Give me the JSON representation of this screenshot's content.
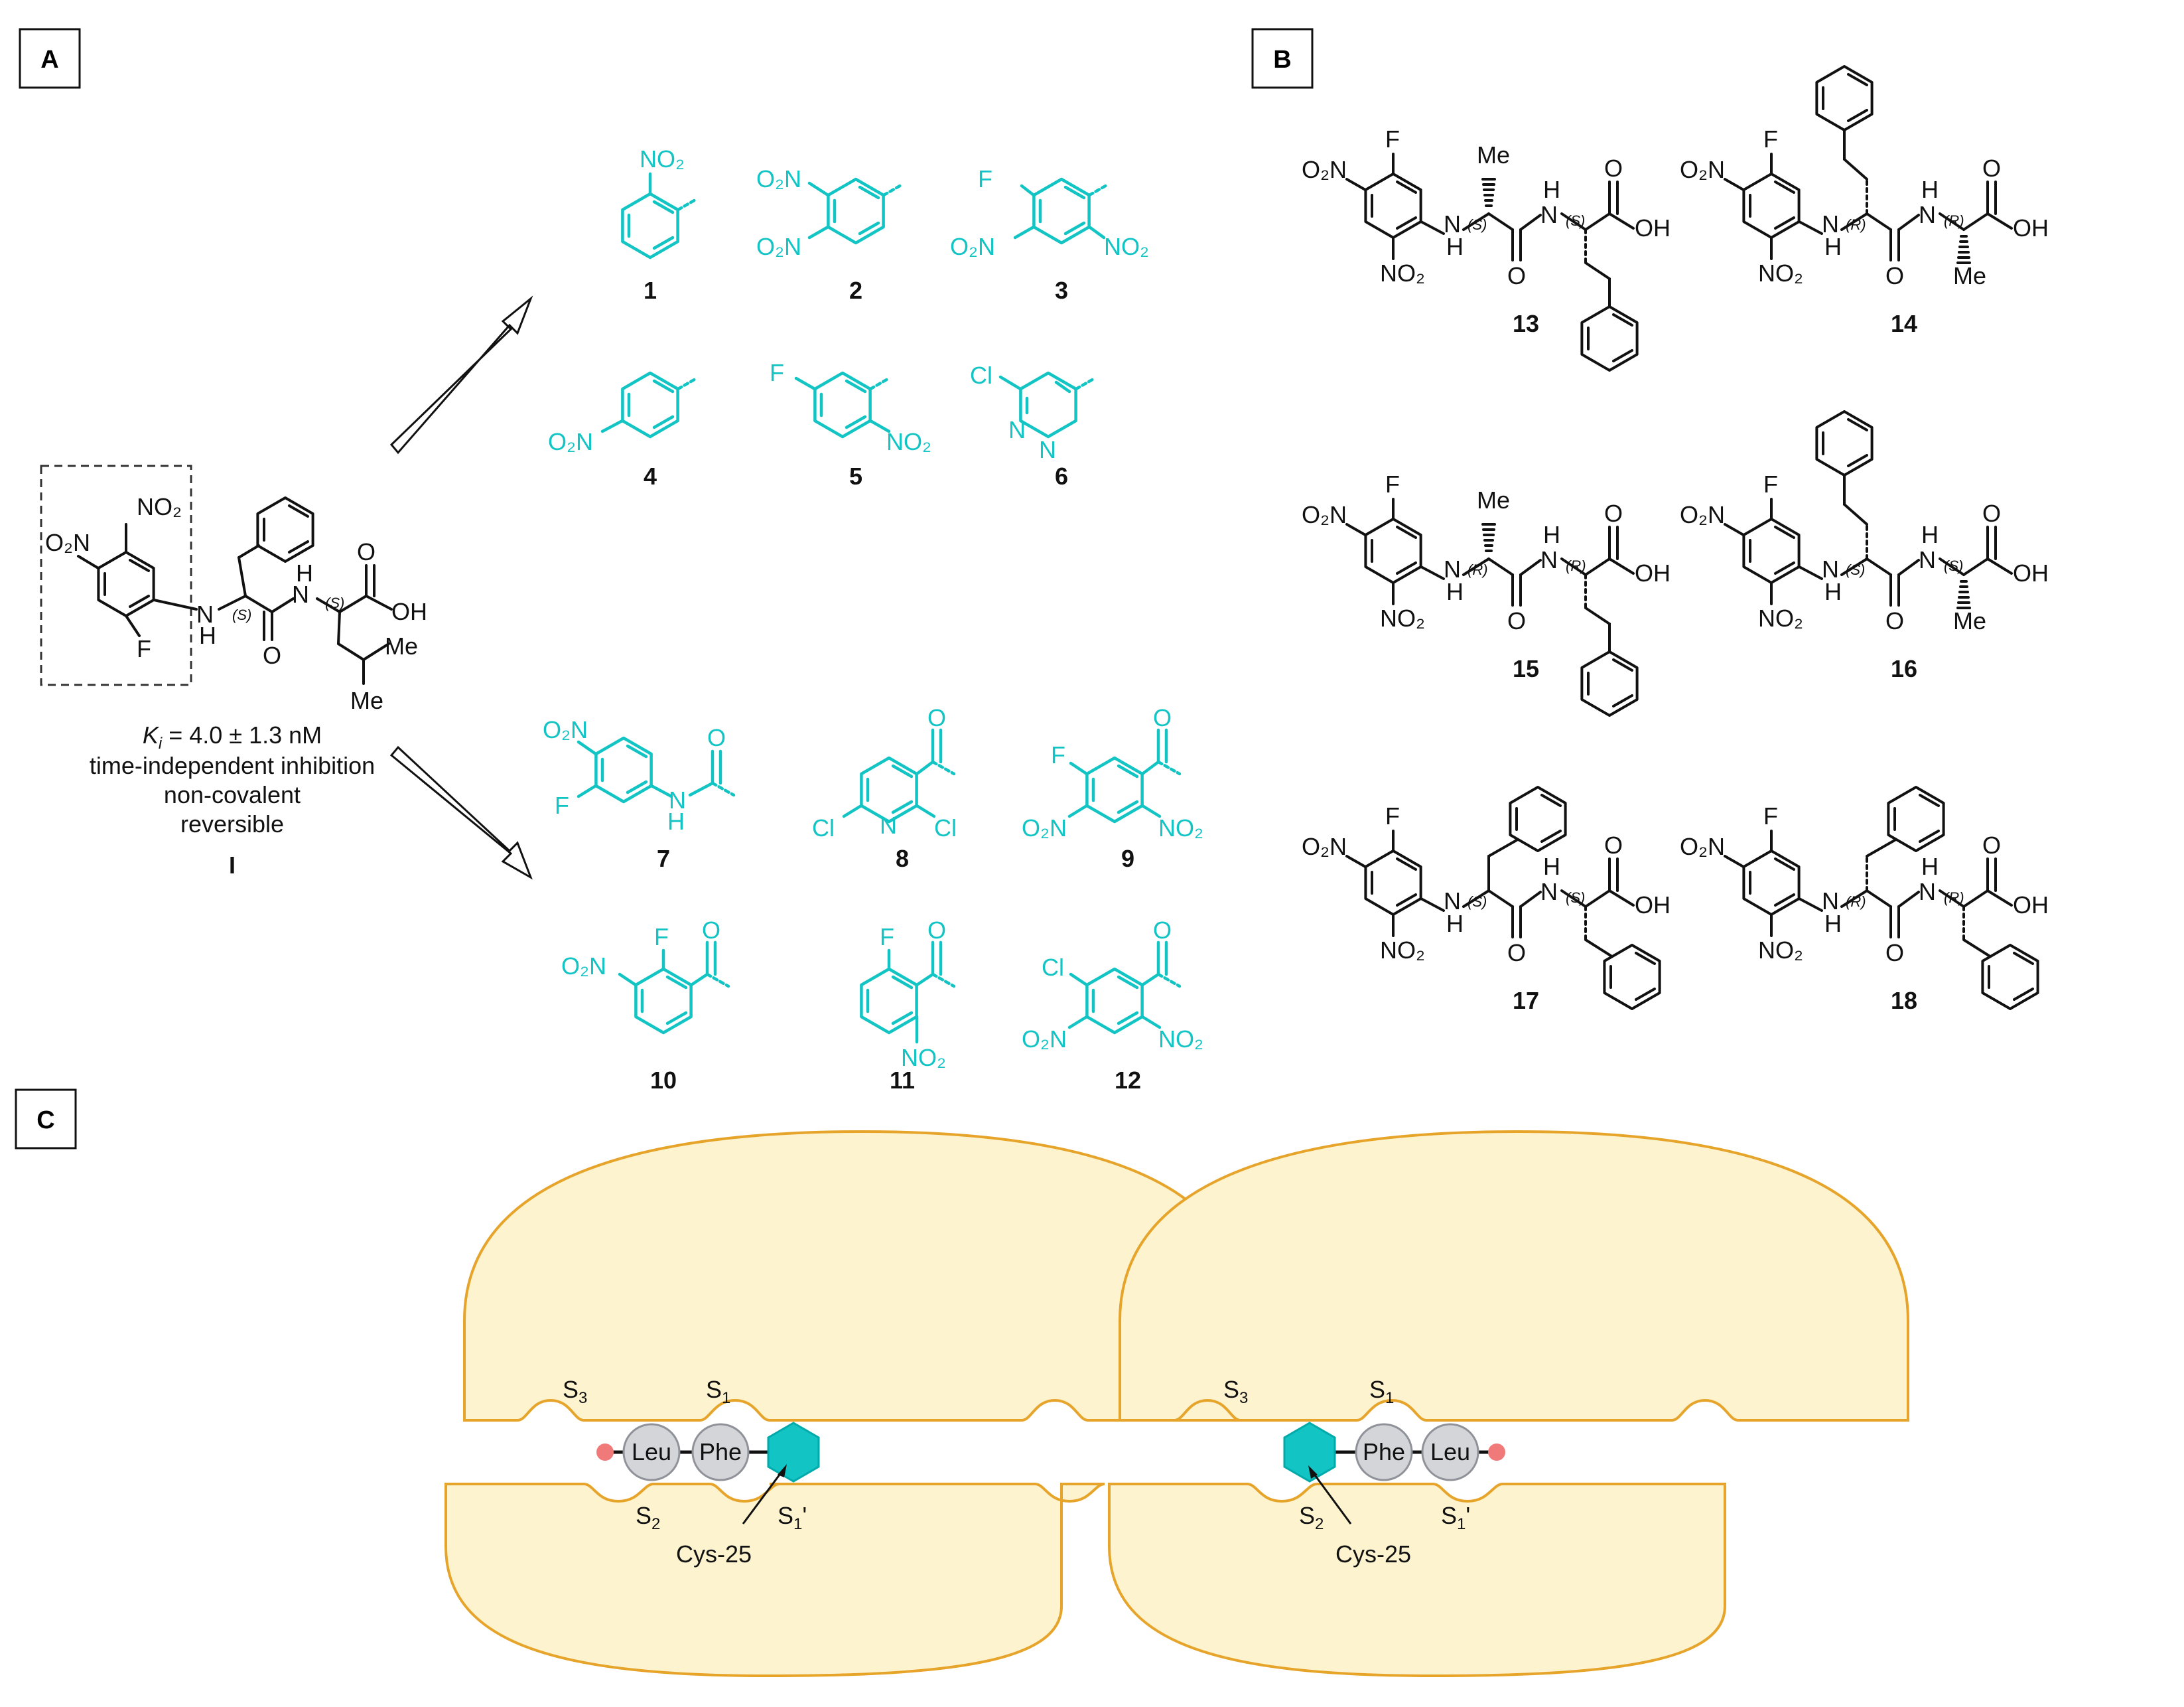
{
  "panels": {
    "a": "A",
    "b": "B",
    "c": "C"
  },
  "lead": {
    "ki_symbol": "K",
    "ki_sub": "i",
    "ki_value": " = 4.0 ± 1.3 nM",
    "notes": [
      "time-independent inhibition",
      "non-covalent",
      "reversible"
    ],
    "label": "I"
  },
  "fragments_top": [
    {
      "id": "1",
      "groups": [
        "NO₂"
      ]
    },
    {
      "id": "2",
      "groups": [
        "O₂N",
        "O₂N"
      ]
    },
    {
      "id": "3",
      "groups": [
        "F",
        "O₂N",
        "NO₂"
      ]
    },
    {
      "id": "4",
      "groups": [
        "O₂N"
      ]
    },
    {
      "id": "5",
      "groups": [
        "F",
        "NO₂"
      ]
    },
    {
      "id": "6",
      "groups": [
        "Cl",
        "N",
        "N"
      ]
    }
  ],
  "fragments_bottom": [
    {
      "id": "7",
      "groups": [
        "O₂N",
        "F",
        "H",
        "N"
      ]
    },
    {
      "id": "8",
      "groups": [
        "O",
        "Cl",
        "N",
        "Cl"
      ]
    },
    {
      "id": "9",
      "groups": [
        "F",
        "O",
        "O₂N",
        "NO₂"
      ]
    },
    {
      "id": "10",
      "groups": [
        "O₂N",
        "F",
        "O"
      ]
    },
    {
      "id": "11",
      "groups": [
        "F",
        "O",
        "NO₂"
      ]
    },
    {
      "id": "12",
      "groups": [
        "Cl",
        "O",
        "O₂N",
        "NO₂"
      ]
    }
  ],
  "compounds_b": [
    {
      "id": "13",
      "stereo": [
        "(S)",
        "(S)"
      ],
      "side_top": "Me"
    },
    {
      "id": "14",
      "stereo": [
        "(R)",
        "(R)"
      ],
      "side_bottom": "Me"
    },
    {
      "id": "15",
      "stereo": [
        "(R)",
        "(R)"
      ],
      "side_top": "Me"
    },
    {
      "id": "16",
      "stereo": [
        "(S)",
        "(S)"
      ],
      "side_bottom": "Me"
    },
    {
      "id": "17",
      "stereo": [
        "(S)",
        "(S)"
      ]
    },
    {
      "id": "18",
      "stereo": [
        "(R)",
        "(R)"
      ]
    }
  ],
  "atoms": {
    "f": "F",
    "o2n": "O₂N",
    "no2": "NO₂",
    "n": "N",
    "h": "H",
    "o": "O",
    "oh": "OH",
    "me": "Me",
    "s": "(S)"
  },
  "pockets": {
    "s3": "S",
    "s3_sub": "3",
    "s1": "S",
    "s1_sub": "1",
    "s2": "S",
    "s2_sub": "2",
    "s1p": "S",
    "s1p_sub": "1",
    "s1p_prime": "'",
    "leu": "Leu",
    "phe": "Phe",
    "cys": "Cys-25"
  },
  "colors": {
    "accent": "#12c4c4",
    "pocket_fill": "#fdf3cf",
    "pocket_stroke": "#e6a42a",
    "ball": "#d3d5d9",
    "cap": "#f07a7a"
  }
}
